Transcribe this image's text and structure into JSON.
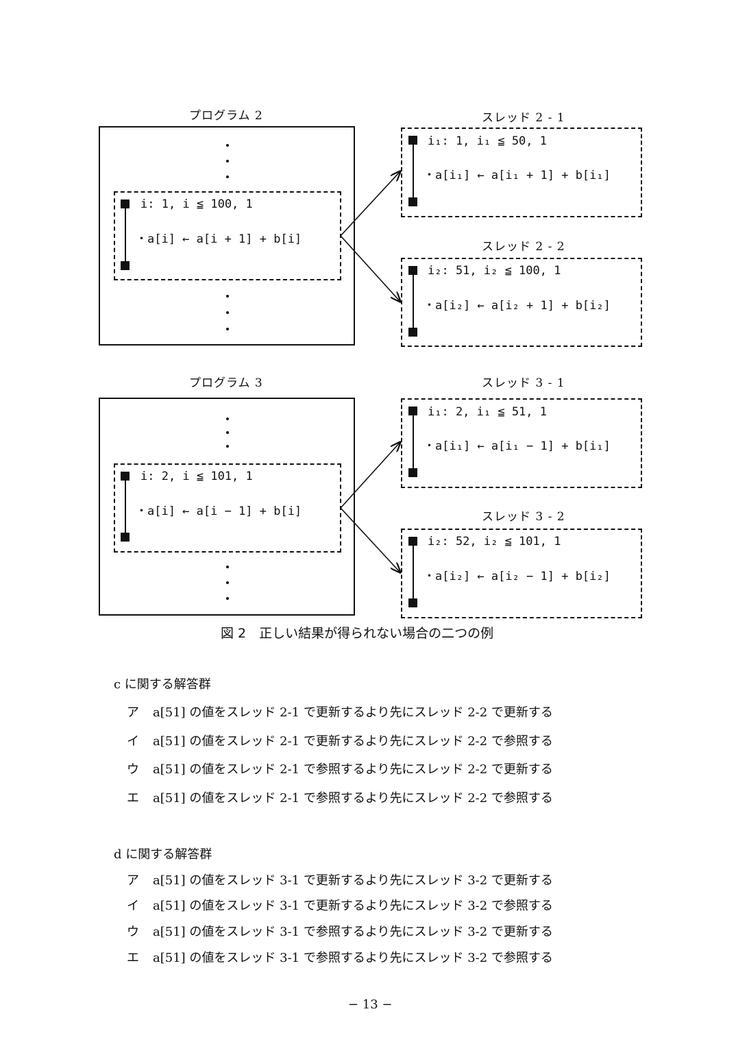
{
  "figure": {
    "program2": {
      "title": "プログラム 2",
      "loop_header": "i: 1, i ≦ 100, 1",
      "loop_body": "・a[i] ← a[i + 1] + b[i]"
    },
    "thread2_1": {
      "title": "スレッド 2 - 1",
      "loop_header": "i₁: 1, i₁ ≦ 50, 1",
      "loop_body": "・a[i₁] ← a[i₁ + 1] + b[i₁]"
    },
    "thread2_2": {
      "title": "スレッド 2 - 2",
      "loop_header": "i₂: 51, i₂ ≦ 100, 1",
      "loop_body": "・a[i₂] ← a[i₂ + 1] + b[i₂]"
    },
    "program3": {
      "title": "プログラム 3",
      "loop_header": "i: 2, i ≦ 101, 1",
      "loop_body": "・a[i] ← a[i − 1] + b[i]"
    },
    "thread3_1": {
      "title": "スレッド 3 - 1",
      "loop_header": "i₁: 2, i₁ ≦ 51, 1",
      "loop_body": "・a[i₁] ← a[i₁ − 1] + b[i₁]"
    },
    "thread3_2": {
      "title": "スレッド 3 - 2",
      "loop_header": "i₂: 52, i₂ ≦ 101, 1",
      "loop_body": "・a[i₂] ← a[i₂ − 1] + b[i₂]"
    },
    "caption": "図 2　正しい結果が得られない場合の二つの例"
  },
  "answers_c": {
    "heading": "c に関する解答群",
    "options": [
      {
        "label": "ア",
        "text": "a[51] の値をスレッド 2-1 で更新するより先にスレッド 2-2 で更新する"
      },
      {
        "label": "イ",
        "text": "a[51] の値をスレッド 2-1 で更新するより先にスレッド 2-2 で参照する"
      },
      {
        "label": "ウ",
        "text": "a[51] の値をスレッド 2-1 で参照するより先にスレッド 2-2 で更新する"
      },
      {
        "label": "エ",
        "text": "a[51] の値をスレッド 2-1 で参照するより先にスレッド 2-2 で参照する"
      }
    ]
  },
  "answers_d": {
    "heading": "d に関する解答群",
    "options": [
      {
        "label": "ア",
        "text": "a[51] の値をスレッド 3-1 で更新するより先にスレッド 3-2 で更新する"
      },
      {
        "label": "イ",
        "text": "a[51] の値をスレッド 3-1 で更新するより先にスレッド 3-2 で参照する"
      },
      {
        "label": "ウ",
        "text": "a[51] の値をスレッド 3-1 で参照するより先にスレッド 3-2 で更新する"
      },
      {
        "label": "エ",
        "text": "a[51] の値をスレッド 3-1 で参照するより先にスレッド 3-2 で参照する"
      }
    ]
  },
  "page_number": "− 13 −"
}
